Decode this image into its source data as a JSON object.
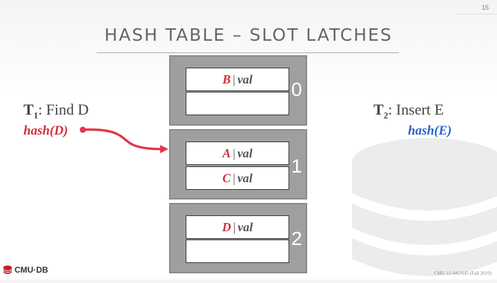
{
  "page_number": "15",
  "title": "HASH TABLE – SLOT LATCHES",
  "groups": [
    {
      "index": "0",
      "slots": [
        {
          "key": "B",
          "sep": "|",
          "val": "val"
        },
        {
          "key": "",
          "sep": "",
          "val": ""
        }
      ]
    },
    {
      "index": "1",
      "slots": [
        {
          "key": "A",
          "sep": "|",
          "val": "val"
        },
        {
          "key": "C",
          "sep": "|",
          "val": "val"
        }
      ]
    },
    {
      "index": "2",
      "slots": [
        {
          "key": "D",
          "sep": "|",
          "val": "val"
        },
        {
          "key": "",
          "sep": "",
          "val": ""
        }
      ]
    }
  ],
  "t1": {
    "name": "T",
    "sub": "1",
    "action": ": Find D",
    "hash": "hash(D)",
    "hash_color": "#d03040"
  },
  "t2": {
    "name": "T",
    "sub": "2",
    "action": ": Insert E",
    "hash": "hash(E)",
    "hash_color": "#2a60c8"
  },
  "logo_text": "CMU·DB",
  "footer": "CMU 15-445/645 (Fall 2019)",
  "colors": {
    "key_red": "#d03040",
    "arrow_red": "#e03848",
    "group_gray": "#9f9f9f",
    "text_gray": "#555555"
  }
}
